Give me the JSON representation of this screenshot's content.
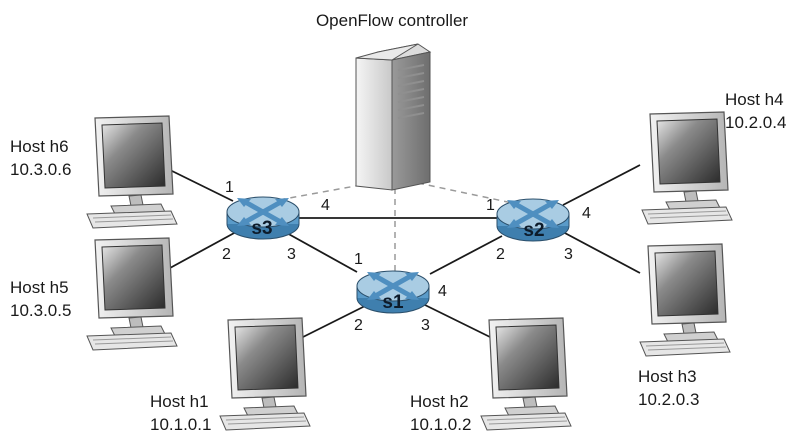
{
  "controller": {
    "label": "OpenFlow controller",
    "icon": "server-icon"
  },
  "switches": [
    {
      "id": "s1",
      "label": "s1"
    },
    {
      "id": "s2",
      "label": "s2"
    },
    {
      "id": "s3",
      "label": "s3"
    }
  ],
  "hosts": [
    {
      "id": "h1",
      "name": "Host h1",
      "ip": "10.1.0.1"
    },
    {
      "id": "h2",
      "name": "Host h2",
      "ip": "10.1.0.2"
    },
    {
      "id": "h3",
      "name": "Host h3",
      "ip": "10.2.0.3"
    },
    {
      "id": "h4",
      "name": "Host h4",
      "ip": "10.2.0.4"
    },
    {
      "id": "h5",
      "name": "Host h5",
      "ip": "10.3.0.5"
    },
    {
      "id": "h6",
      "name": "Host h6",
      "ip": "10.3.0.6"
    }
  ],
  "ports": {
    "s3_1": "1",
    "s3_2": "2",
    "s3_3": "3",
    "s3_4": "4",
    "s2_1": "1",
    "s2_2": "2",
    "s2_3": "3",
    "s2_4": "4",
    "s1_1": "1",
    "s1_2": "2",
    "s1_3": "3",
    "s1_4": "4"
  },
  "colors": {
    "switch_body": "#7fb3d5",
    "switch_top": "#a9cce3",
    "link": "#1a1a1a",
    "control_link": "#9a9a9a"
  }
}
